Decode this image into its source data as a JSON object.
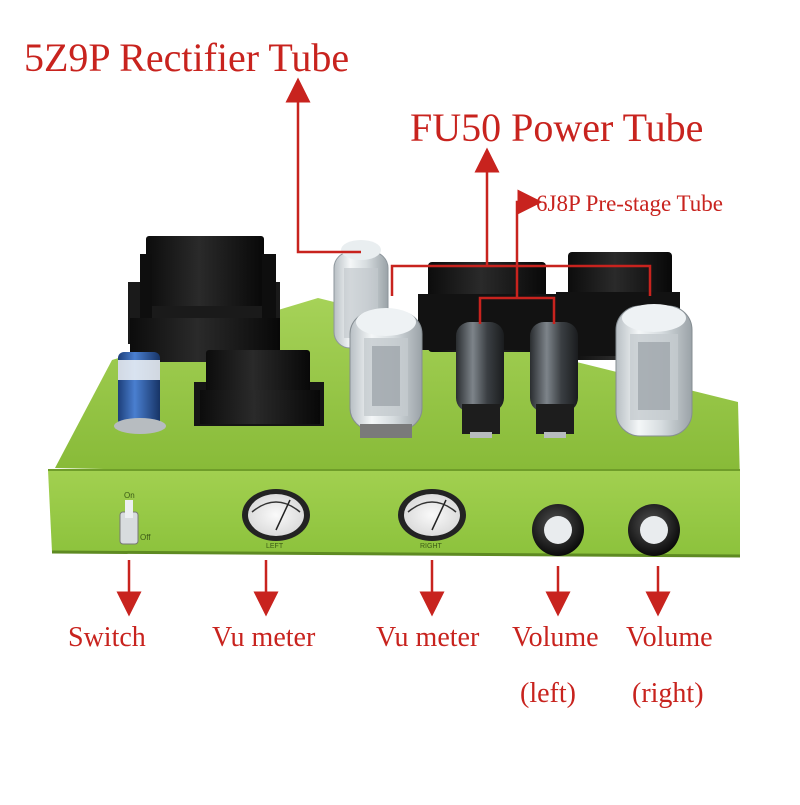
{
  "colors": {
    "label": "#c8231e",
    "chassis": "#8ec23e",
    "chassis_front": "#98cc42",
    "transformer": "#141414"
  },
  "labels": {
    "rectifier": "5Z9P Rectifier Tube",
    "power": "FU50 Power Tube",
    "prestage": "6J8P Pre-stage Tube",
    "switch": "Switch",
    "vu_left": "Vu meter",
    "vu_right": "Vu meter",
    "volume_left": "Volume",
    "volume_left_sub": "(left)",
    "volume_right": "Volume",
    "volume_right_sub": "(right)"
  },
  "panel": {
    "switch_on": "On",
    "switch_off": "Off",
    "meter_left_caption": "LEFT",
    "meter_right_caption": "RIGHT"
  }
}
